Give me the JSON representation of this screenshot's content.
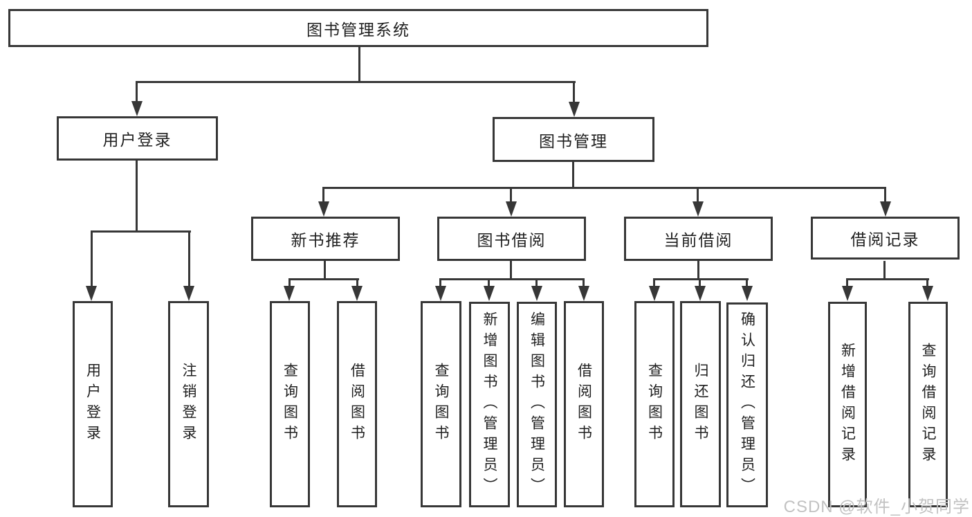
{
  "nodes": {
    "root": "图书管理系统",
    "user_login": "用户登录",
    "book_mgmt": "图书管理",
    "new_books": "新书推荐",
    "book_borrow": "图书借阅",
    "current_borrow": "当前借阅",
    "borrow_records": "借阅记录",
    "user_login_leaf": "用户登录",
    "logout_leaf": "注销登录",
    "query_books_a": "查询图书",
    "borrow_books_a": "借阅图书",
    "query_books_b": "查询图书",
    "add_books_admin": "新增图书（管理员）",
    "edit_books_admin": "编辑图书（管理员）",
    "borrow_books_b": "借阅图书",
    "query_books_c": "查询图书",
    "return_books": "归还图书",
    "confirm_return_admin": "确认归还（管理员）",
    "add_borrow_record": "新增借阅记录",
    "query_borrow_record": "查询借阅记录"
  },
  "watermark": "CSDN @软件_小贺同学",
  "colors": {
    "line": "#373737",
    "text": "#1f1f1f",
    "watermark": "#c2c2c2"
  }
}
